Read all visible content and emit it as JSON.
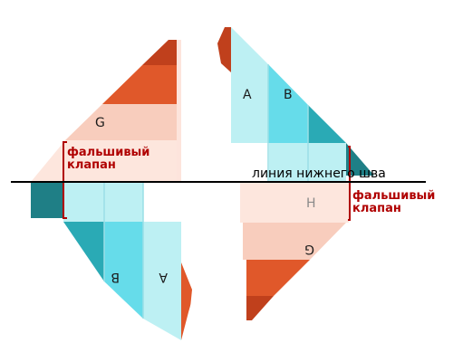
{
  "labels": {
    "strip_a": "A",
    "strip_b": "B",
    "strip_g": "G",
    "strip_h": "H",
    "false_flap_line1": "фальшивый",
    "false_flap_line2": "клапан",
    "seam_line": "линия нижнего шва"
  },
  "colors": {
    "light_cyan": "#bdf0f3",
    "cyan": "#66dcea",
    "teal": "#2aaab5",
    "dark_teal": "#1f7f86",
    "pale_pink": "#fde4dc",
    "light_salmon": "#f8cdbd",
    "orange": "#e0582a",
    "dark_orange": "#c0401c",
    "red_marker": "#b00000"
  }
}
